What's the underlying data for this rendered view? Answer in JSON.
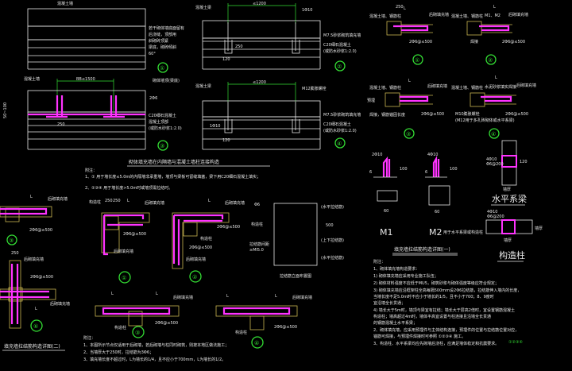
{
  "colors": {
    "background": "#000000",
    "line": "#e8e8e8",
    "rebar": "#ff33ff",
    "column": "#c8b450",
    "label": "#33dd33"
  },
  "top_left": {
    "d1": {
      "no": "①",
      "leader": "混凝土墙",
      "note": [
        "若干砌体墙底面留有",
        "后浇缝，顶部用",
        "斜砌砖顶紧",
        "梁底，砌砖倾斜",
        "60°"
      ],
      "caption": "砌体墙顶(梁底)"
    },
    "d2": {
      "no": "②",
      "dim": "≤1200",
      "bar": "1Φ10",
      "left": "混凝土梁",
      "n1": "M7.5砂浆砌筑填充墙",
      "n2": "C20细石混凝土",
      "n3": "(或防水砂浆1:2.0)",
      "h": "250",
      "w": "120"
    },
    "d3": {
      "no": "③",
      "dim": "BB≤1500",
      "left": "混凝土墙",
      "bar": "2Φ6",
      "h": "50~100",
      "n1": "C20细石混凝土",
      "n2": "混凝土顶部",
      "n3": "(或防水砂浆1:2.0)",
      "w": "250"
    },
    "d4": {
      "no": "④",
      "dim": "≤1200",
      "left": "混凝土梁",
      "bar": "M12膨胀螺栓",
      "n1": "M7.5砂浆砌筑填充墙",
      "n2": "C20细石混凝土",
      "n3": "(或防水砂浆1:2.0)",
      "b2": "1Φ10",
      "w": "120"
    }
  },
  "mid": {
    "title": "砌体填充墙在内隔墙与混凝土墙柱连接构造",
    "notes_head": "附注：",
    "note1": "1、① 用于墙长度≤5.0m的内隔墙非承重墙，墙顶与梁板可留缝填塞，梁下用C20细石混凝土填实；",
    "note2": "2、②③④  用于墙长度>5.0m时或墙顶需拉结时。",
    "d1": {
      "no": "①",
      "dim1": "250",
      "dim2": "250",
      "L": "L",
      "left": "构造柱",
      "bar": "2Φ6@≤500",
      "wall": "后砌填充墙",
      "wall2": "后砌填充墙"
    },
    "d2": {
      "no": "②",
      "L": "L",
      "bar": "2Φ6@≤500",
      "bar2": "2Φ6@≤500",
      "col": "构造柱",
      "wall": "后砌填充墙",
      "wall2": "后砌填充墙"
    },
    "brick": {
      "bar": "Φ6",
      "col": "构造柱",
      "anchor": "拉结筋间距",
      "anchor2": "≥Ml5.0",
      "r1": "(水平拉结筋)",
      "r2": "(上下拉结筋)",
      "r3": "(水平拉结筋)",
      "dim": "500",
      "caption": "拉结筋立面布置图"
    },
    "d3": {
      "no": "③",
      "L1": "L",
      "L2": "L",
      "wall": "后砌填充墙",
      "col": "构造柱",
      "bar": "2Φ6@≤500"
    },
    "d4": {
      "no": "④",
      "L1": "L",
      "L2": "L",
      "wall": "后砌填充墙",
      "col": "构造柱",
      "bar": "2Φ6@≤500"
    },
    "notes2_head": "附注：",
    "notes2": [
      "1、本图所示节点仅适用于后砌墙，若后砌墙与柱同时砌筑，则按本地区做法施工；",
      "2、当墙厚大于250时，拉结筋为3Φ6；",
      "3、填充墙长度不超过时，L为墙长的1/4，且不应小于700mm，L为墙长的1/2。"
    ]
  },
  "left": {
    "d3": {
      "no": "③",
      "L": "L",
      "wall": "后砌填充墙",
      "bar": "2Φ6@≤500"
    },
    "d6": {
      "no": "⑥",
      "dim": "250",
      "wall": "后砌填充墙",
      "bar": "2Φ6@≤500",
      "wall2": "后砌填充墙",
      "L": "L"
    },
    "title": "填充墙拉结筋构造详图(二)"
  },
  "right": {
    "d1": {
      "no": "①",
      "dim": "250",
      "L": "L",
      "col": "混凝土墙、钢筋柱",
      "wall": "后砌填充墙",
      "bar": "2Φ6@≤500"
    },
    "d2": {
      "no": "②",
      "L": "L",
      "col": "混凝土墙、钢筋柱",
      "tag": "M1、M2",
      "wall": "后砌填充墙",
      "bar": "2Φ6@≤500",
      "note": "焊接"
    },
    "d3": {
      "no": "③",
      "L": "L",
      "col": "混凝土墙、钢筋柱",
      "side": "预埋",
      "wall": "后砌填充墙",
      "bar": "2Φ6@≤500",
      "note": "焊接，钢筋锚固长度"
    },
    "d4": {
      "no": "④",
      "L": "L",
      "col": "混凝土墙、钢筋柱",
      "tag": "水泥砂浆填实焊接",
      "wall": "后砌填充墙",
      "bar": "2Φ6@≤500",
      "n1": "M10膨胀螺栓",
      "n2": "(M12用于多孔砖砌体或水平系梁)"
    },
    "m1": {
      "label": "M1",
      "bar": "2Φ10",
      "plate": "6",
      "h": "100",
      "w": "60"
    },
    "m2": {
      "label": "M2",
      "note": "用于水平系梁或构造柱",
      "bar": "4Φ10",
      "plate": "6",
      "h": "100",
      "w": "60"
    },
    "beam": {
      "label": "水平系梁",
      "bar": "4Φ10",
      "stir": "Φ6@200",
      "h": "120",
      "w": "墙厚"
    },
    "column": {
      "label": "构造柱",
      "bar": "4Φ10",
      "stir": "Φ6@200",
      "w": "墙厚",
      "h": "墙厚"
    },
    "title": "填充墙拉结筋构造详图(一)",
    "notes_head": "附注：",
    "notes": [
      "1、砌体填充墙构造要求：",
      "  1) 砌体填充墙应采用专业施工队伍；",
      "  2) 砌体材料强度不应低于MU5，砌筑砂浆与砌体强度等级应符合规定；",
      "  3) 砌体填充墙应沿框架柱全高每隔500mm设2Φ6拉结筋，拉结筋伸入墙内的长度，",
      "     当墙长度不足5.0m时不应小于墙长的1/5，且不小于700；8、9度时",
      "     宜沿墙全长贯通；",
      "  4) 墙长大于5m时，墙顶与梁宜有拉结；墙长大于层高2倍时，宜设置钢筋混凝土",
      "     构造柱；墙高超过4m时，墙体半高宜设置与柱连接且沿墙全长贯通",
      "     的钢筋混凝土水平系梁；",
      "2、砌体填充墙，应采用预埋件与主体结构连接，预埋件的位置与拉结筋位置对应，",
      "   锚筋可焊接，与预埋件焊接时可参照 ①②③④ 施工。",
      "3、构造柱、水平系梁均应先砌墙后浇柱，应满足墙体稳定和抗震要求。"
    ],
    "note_mark": "①②③④"
  }
}
